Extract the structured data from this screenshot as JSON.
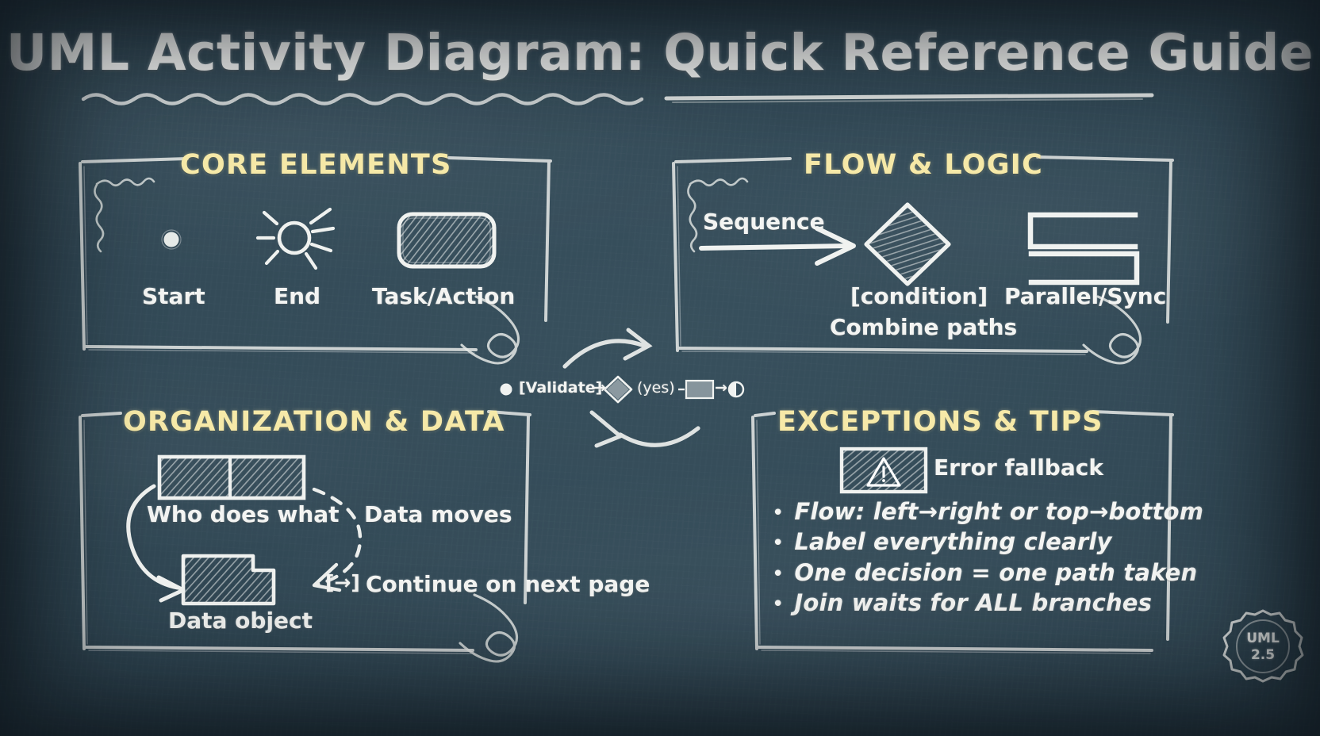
{
  "board": {
    "background_color": "#2c414d",
    "chalk_color": "#f3f4f2",
    "accent_color": "#f6e9a8"
  },
  "title": "UML Activity Diagram: Quick Reference Guide",
  "panels": [
    {
      "id": "core-elements",
      "heading": "CORE ELEMENTS",
      "items": [
        {
          "label": "Start",
          "icon": "initial-node-dot-icon"
        },
        {
          "label": "End",
          "icon": "final-node-sunburst-icon"
        },
        {
          "label": "Task/Action",
          "icon": "action-rounded-rect-icon"
        }
      ]
    },
    {
      "id": "flow-logic",
      "heading": "FLOW & LOGIC",
      "items": [
        {
          "label": "Sequence",
          "icon": "control-flow-arrow-icon"
        },
        {
          "label": "[condition]",
          "sublabel": "Combine paths",
          "icon": "decision-diamond-icon"
        },
        {
          "label": "Parallel/Sync",
          "icon": "fork-join-bars-icon"
        }
      ]
    },
    {
      "id": "organization-data",
      "heading": "ORGANIZATION & DATA",
      "items": [
        {
          "label": "Who does what",
          "icon": "swimlane-partition-icon"
        },
        {
          "label": "Data object",
          "icon": "data-object-note-icon"
        },
        {
          "label": "Data moves",
          "icon": "dashed-object-flow-icon"
        },
        {
          "label": "Continue on next page",
          "marker": "[→]",
          "icon": "connector-offpage-icon"
        }
      ]
    },
    {
      "id": "exceptions-tips",
      "heading": "EXCEPTIONS & TIPS",
      "error_item": {
        "label": "Error fallback",
        "icon": "warning-triangle-icon"
      },
      "tips": [
        "Flow: left→right or top→bottom",
        "Label everything clearly",
        "One decision = one path taken",
        "Join waits for ALL branches"
      ]
    }
  ],
  "mini_flow": {
    "nodes": [
      {
        "type": "initial-node",
        "label": ""
      },
      {
        "type": "guard-label",
        "label": "[Validate]"
      },
      {
        "type": "arrow",
        "label": "→"
      },
      {
        "type": "decision",
        "label": ""
      },
      {
        "type": "guard-label",
        "label": "(yes)"
      },
      {
        "type": "connector",
        "label": "–"
      },
      {
        "type": "action",
        "label": ""
      },
      {
        "type": "arrow",
        "label": "→"
      },
      {
        "type": "final-node",
        "label": ""
      }
    ]
  },
  "seal": {
    "line1": "UML",
    "line2": "2.5"
  }
}
